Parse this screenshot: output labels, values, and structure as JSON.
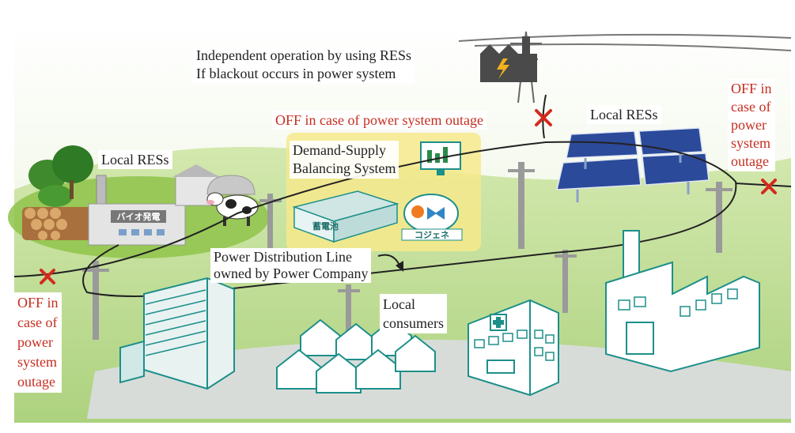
{
  "labels": {
    "independent_line1": "Independent operation by using RESs",
    "independent_line2": "If blackout occurs in power system",
    "off_top": "OFF in case of power system outage",
    "local_res_left": "Local RESs",
    "local_res_right": "Local RESs",
    "dsbs_line1": "Demand-Supply",
    "dsbs_line2": "Balancing System",
    "pdl_line1": "Power Distribution Line",
    "pdl_line2": "owned by Power Company",
    "consumers_line1": "Local",
    "consumers_line2": "consumers",
    "off_right": [
      "OFF in",
      "case of",
      "power",
      "system",
      "outage"
    ],
    "off_left": [
      "OFF in",
      "case of",
      "power",
      "system",
      "outage"
    ]
  },
  "signs": {
    "bio_plant": "バイオ発電",
    "battery": "蓄電池",
    "cogen": "コジェネ"
  },
  "colors": {
    "alert_red": "#c62e20",
    "teal_outline": "#1d8f8a",
    "solar_panel": "#2c4a9a",
    "pasture": "#8fc34a",
    "yellow_zone": "#f6e98c"
  }
}
